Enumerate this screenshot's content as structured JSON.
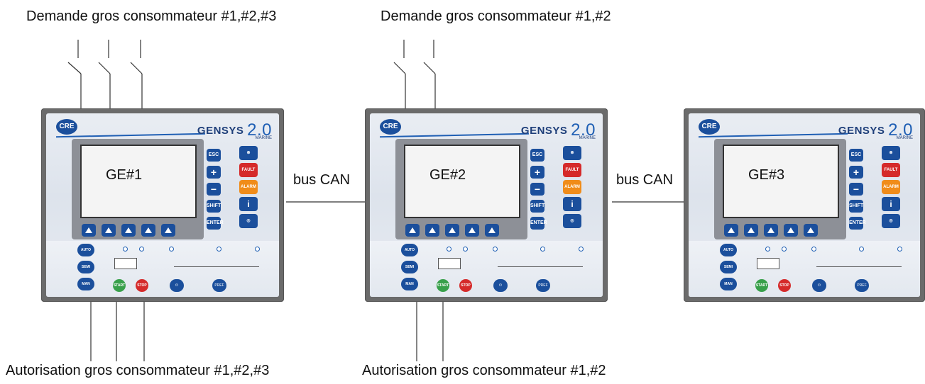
{
  "captions": {
    "demand_1": "Demande gros consommateur #1,#2,#3",
    "demand_2": "Demande gros consommateur #1,#2",
    "auth_1": "Autorisation gros consommateur #1,#2,#3",
    "auth_2": "Autorisation gros consommateur #1,#2"
  },
  "bus": {
    "label_1": "bus CAN",
    "label_2": "bus CAN"
  },
  "units": [
    {
      "screen_label": "GE#1",
      "brand": "GENSYS",
      "version": "2.0",
      "variant": "MARINE"
    },
    {
      "screen_label": "GE#2",
      "brand": "GENSYS",
      "version": "2.0",
      "variant": "MARINE"
    },
    {
      "screen_label": "GE#3",
      "brand": "GENSYS",
      "version": "2.0",
      "variant": "MARINE"
    }
  ],
  "keys": {
    "esc": "ESC",
    "plus": "+",
    "minus": "−",
    "shift": "SHIFT",
    "enter": "ENTER",
    "fault": "FAULT",
    "alarm": "ALARM",
    "info": "i",
    "auto": "AUTO",
    "semi_auto": "SEMI AUTO",
    "man": "MAN",
    "start": "START",
    "stop": "STOP",
    "pref": "PREF",
    "logo": "CRE"
  },
  "colors": {
    "panel_frame": "#6b6b6b",
    "brand_blue": "#1b4f9c",
    "fault_red": "#d52a2a",
    "alarm_orange": "#f08c1a",
    "start_green": "#38a04a"
  }
}
